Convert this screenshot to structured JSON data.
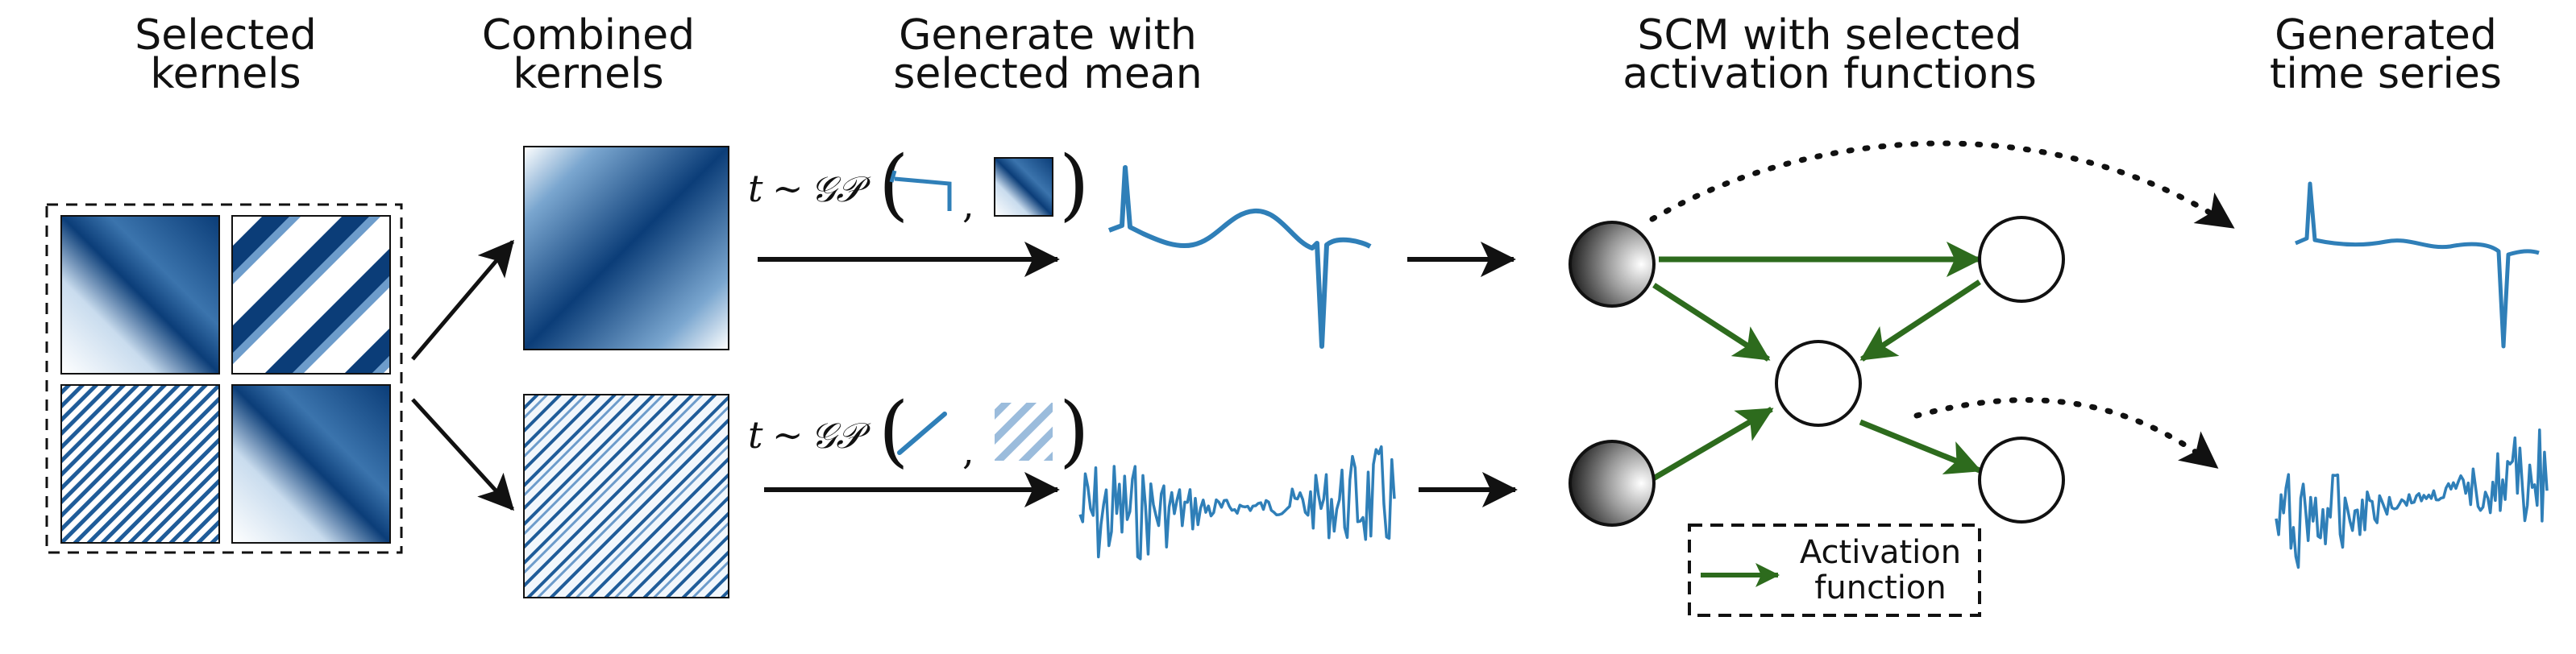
{
  "headings": {
    "selected_kernels": "Selected\nkernels",
    "combined_kernels": "Combined\nkernels",
    "generate_mean": "Generate with\nselected mean",
    "scm": "SCM with selected\nactivation functions",
    "generated_series": "Generated\ntime series"
  },
  "formula": {
    "variable": "t",
    "relation": "∼",
    "process": "𝒢𝒫",
    "separator": ","
  },
  "legend": {
    "label": "Activation\nfunction"
  },
  "colors": {
    "kernel_dark": "#0b3d78",
    "series_blue": "#2f7fb8",
    "edge_green": "#2d6b1d",
    "ink": "#111111"
  },
  "icons": {
    "arrow": "arrow-right-icon",
    "node": "circle-node-icon",
    "root_node": "gradient-circle-node-icon",
    "dotted_arrow": "dotted-curved-arrow-icon"
  }
}
